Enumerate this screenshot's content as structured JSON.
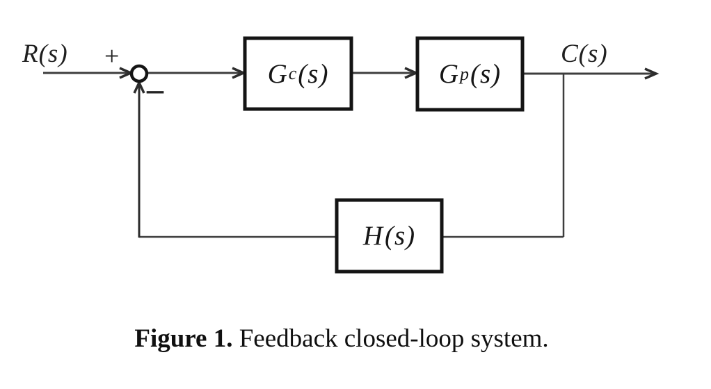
{
  "figure": {
    "caption_bold": "Figure 1.",
    "caption_rest": " Feedback closed-loop system."
  },
  "diagram": {
    "input_label": "R(s)",
    "output_label": "C(s)",
    "sum_plus": "+",
    "sum_minus": "–",
    "blocks": {
      "controller": {
        "main": "G",
        "sub": "c",
        "arg": "(s)"
      },
      "plant": {
        "main": "G",
        "sub": "p",
        "arg": "(s)"
      },
      "feedback": {
        "main": "H",
        "sub": "",
        "arg": "(s)"
      }
    },
    "colors": {
      "line": "#3d3d3d",
      "block_border": "#141414",
      "block_fill": "#ffffff",
      "background": "#ffffff",
      "text": "#1a1a1a"
    }
  }
}
